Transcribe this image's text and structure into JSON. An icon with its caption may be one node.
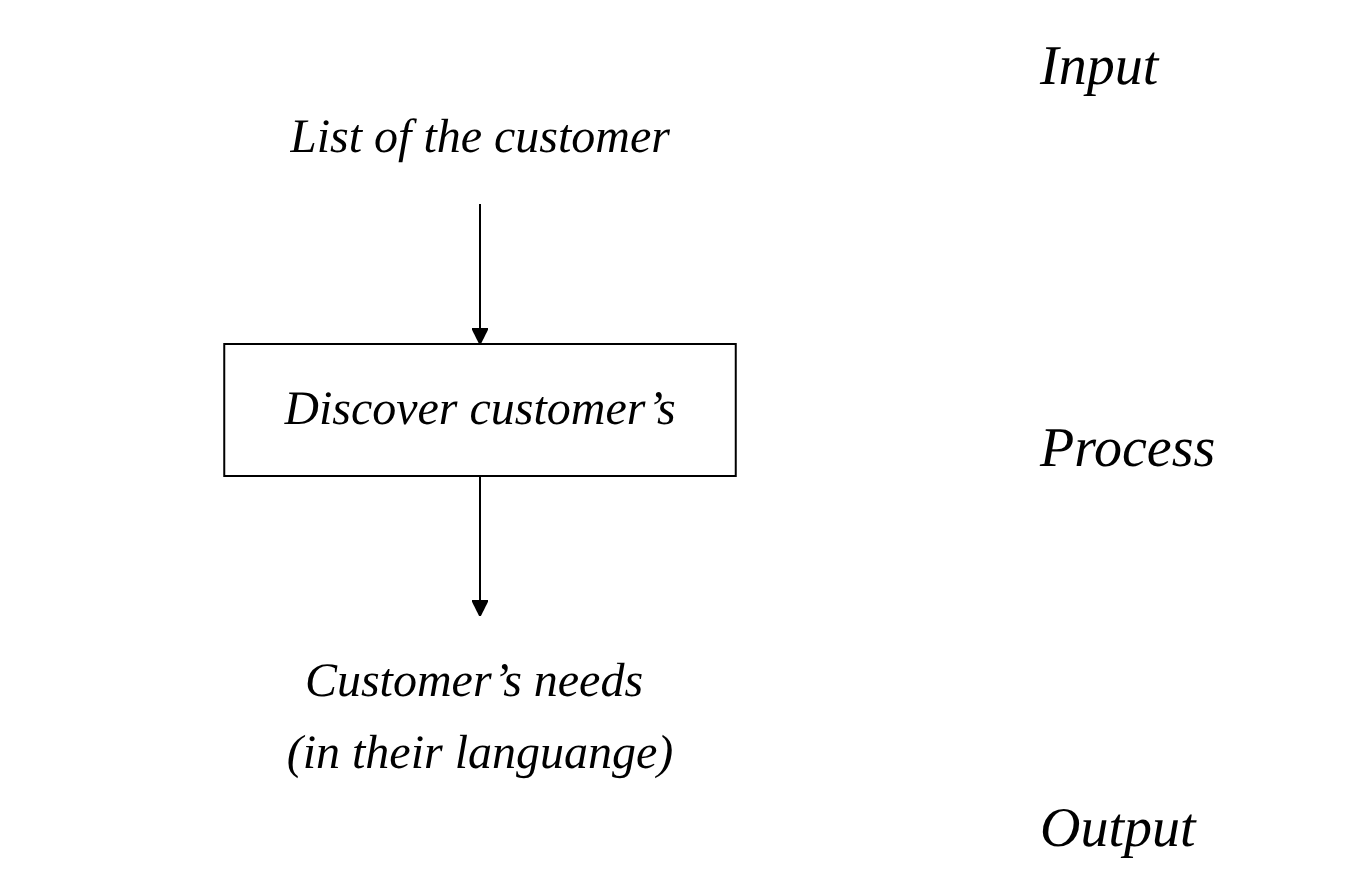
{
  "diagram": {
    "nodes": [
      {
        "text": [
          "List of the customer"
        ]
      },
      {
        "text": [
          "Discover customer’s"
        ]
      },
      {
        "text": [
          "Customer’s needs (in their languange)"
        ]
      }
    ],
    "edges": [
      {
        "from": 0,
        "to": 1,
        "arrow": "to"
      },
      {
        "from": 1,
        "to": 2,
        "arrow": "to"
      }
    ],
    "labels": [
      "Input",
      "Process",
      "Output"
    ]
  }
}
